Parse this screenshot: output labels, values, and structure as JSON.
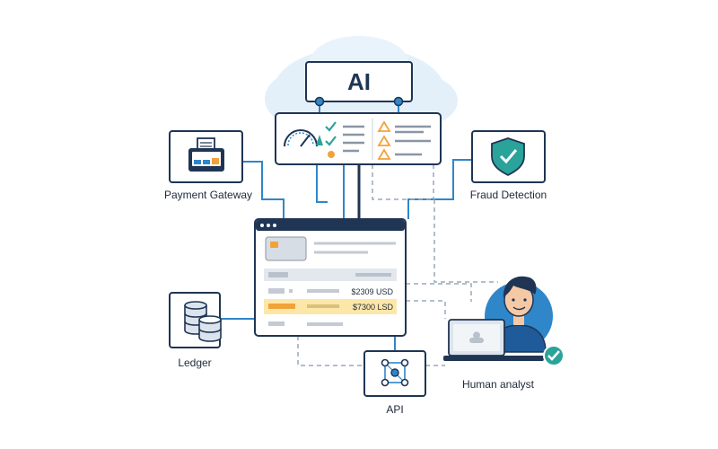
{
  "ai_node": {
    "label": "AI"
  },
  "nodes": {
    "payment_gateway": "Payment Gateway",
    "fraud_detection": "Fraud Detection",
    "ledger": "Ledger",
    "api": "API",
    "human_analyst": "Human analyst"
  },
  "transactions": [
    {
      "amount": "$2309 USD",
      "highlighted": false
    },
    {
      "amount": "$7300 LSD",
      "highlighted": true
    }
  ],
  "colors": {
    "navy": "#1f3553",
    "line_blue": "#2f86c9",
    "dashed_gray": "#9aa8b8",
    "alert_orange": "#f2a23a",
    "check_teal": "#2aa39a",
    "highlight_yellow": "#fde7a8",
    "cloud": "#dcecf7"
  },
  "icons": {
    "payment_gateway": "payment-terminal-icon",
    "fraud_detection": "shield-check-icon",
    "ledger": "database-icon",
    "api": "network-nodes-icon",
    "dashboard_gauge": "gauge-icon",
    "alerts": "warning-triangle-icon",
    "approved": "check-badge-icon"
  }
}
